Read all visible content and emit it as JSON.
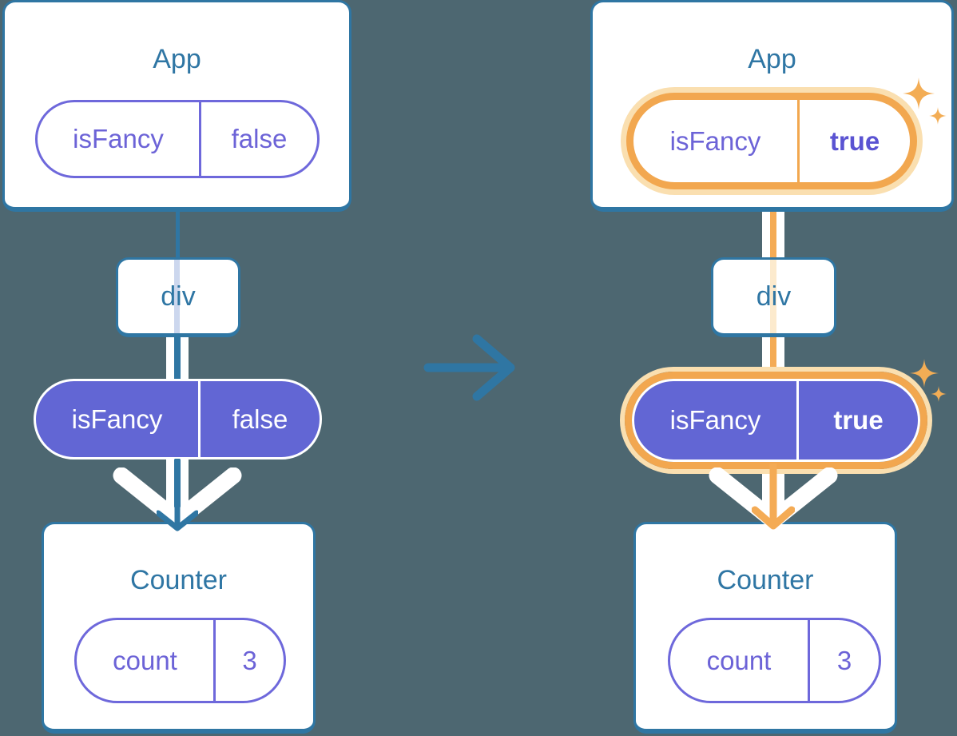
{
  "colors": {
    "background": "#4d6771",
    "blue": "#2f76a3",
    "purple_fill": "#6266d4",
    "purple_text": "#6c63d7",
    "orange_highlight": "#f2a74f",
    "orange_pale": "#fadfb0",
    "white": "#ffffff"
  },
  "icons": {
    "transition_arrow": "right-arrow-icon",
    "render_chevron": "down-chevron-icon",
    "prop_arrow": "down-arrow-icon",
    "sparkles": "sparkles-icon"
  },
  "before": {
    "app_title": "App",
    "app_prop": {
      "name": "isFancy",
      "value": "false"
    },
    "div_label": "div",
    "passed_prop": {
      "name": "isFancy",
      "value": "false"
    },
    "counter_title": "Counter",
    "counter_state": {
      "name": "count",
      "value": "3"
    }
  },
  "after": {
    "app_title": "App",
    "app_prop": {
      "name": "isFancy",
      "value": "true"
    },
    "div_label": "div",
    "passed_prop": {
      "name": "isFancy",
      "value": "true"
    },
    "counter_title": "Counter",
    "counter_state": {
      "name": "count",
      "value": "3"
    }
  }
}
